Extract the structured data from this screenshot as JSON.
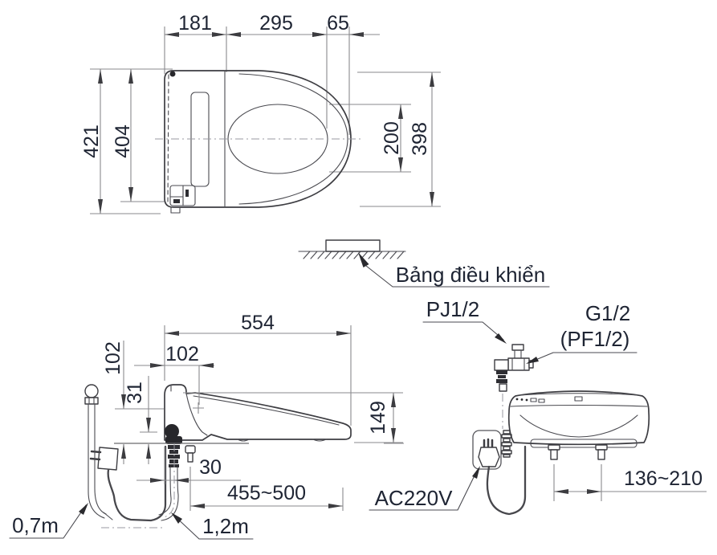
{
  "views": {
    "top": {
      "dim_181": "181",
      "dim_295": "295",
      "dim_65": "65",
      "dim_421": "421",
      "dim_404": "404",
      "dim_200": "200",
      "dim_398": "398"
    },
    "panel": {
      "label": "Bảng điều khiển"
    },
    "side": {
      "dim_554": "554",
      "dim_102_vertical": "102",
      "dim_102_horizontal": "102",
      "dim_31": "31",
      "dim_149": "149",
      "dim_30": "30",
      "dim_rough_in": "455~500",
      "hose_length": "0,7m",
      "cord_length": "1,2m"
    },
    "rear": {
      "water_inlet": "PJ1/2",
      "thread": "G1/2",
      "thread_alt": "(PF1/2)",
      "power": "AC220V",
      "bolt_spacing": "136~210"
    }
  },
  "colors": {
    "object_line": "#3d3d42",
    "dimension_line": "#8a8a8e",
    "text": "#1e2433",
    "background": "#ffffff"
  }
}
